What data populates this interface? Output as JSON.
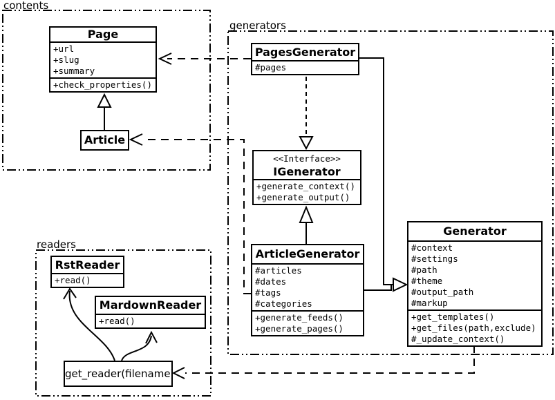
{
  "diagram": {
    "packages": {
      "contents": {
        "label": "contents"
      },
      "generators": {
        "label": "generators"
      },
      "readers": {
        "label": "readers"
      }
    },
    "classes": {
      "page": {
        "name": "Page",
        "attributes": [
          "+url",
          "+slug",
          "+summary"
        ],
        "methods": [
          "+check_properties()"
        ]
      },
      "article": {
        "name": "Article"
      },
      "pages_generator": {
        "name": "PagesGenerator",
        "attributes": [
          "#pages"
        ]
      },
      "igenerator": {
        "stereotype": "<<Interface>>",
        "name": "IGenerator",
        "methods": [
          "+generate_context()",
          "+generate_output()"
        ]
      },
      "article_generator": {
        "name": "ArticleGenerator",
        "attributes": [
          "#articles",
          "#dates",
          "#tags",
          "#categories"
        ],
        "methods": [
          "+generate_feeds()",
          "+generate_pages()"
        ]
      },
      "generator": {
        "name": "Generator",
        "attributes": [
          "#context",
          "#settings",
          "#path",
          "#theme",
          "#output_path",
          "#markup"
        ],
        "methods": [
          "+get_templates()",
          "+get_files(path,exclude)",
          "#_update_context()"
        ]
      },
      "rst_reader": {
        "name": "RstReader",
        "methods": [
          "+read()"
        ]
      },
      "mardown_reader": {
        "name": "MardownReader",
        "methods": [
          "+read()"
        ]
      },
      "get_reader": {
        "name": "get_reader(filename)"
      }
    },
    "relationships": [
      {
        "from": "Article",
        "to": "Page",
        "type": "generalization"
      },
      {
        "from": "PagesGenerator",
        "to": "Page",
        "type": "dependency"
      },
      {
        "from": "ArticleGenerator",
        "to": "Article",
        "type": "dependency"
      },
      {
        "from": "PagesGenerator",
        "to": "IGenerator",
        "type": "realization"
      },
      {
        "from": "ArticleGenerator",
        "to": "IGenerator",
        "type": "generalization"
      },
      {
        "from": "PagesGenerator",
        "to": "Generator",
        "type": "generalization"
      },
      {
        "from": "ArticleGenerator",
        "to": "Generator",
        "type": "generalization"
      },
      {
        "from": "Generator",
        "to": "get_reader(filename)",
        "type": "dependency"
      },
      {
        "from": "get_reader(filename)",
        "to": "RstReader",
        "type": "arrow"
      },
      {
        "from": "get_reader(filename)",
        "to": "MardownReader",
        "type": "arrow"
      }
    ],
    "colors": {
      "line": "#000000",
      "background": "#ffffff",
      "box_fill": "#ffffff"
    }
  }
}
